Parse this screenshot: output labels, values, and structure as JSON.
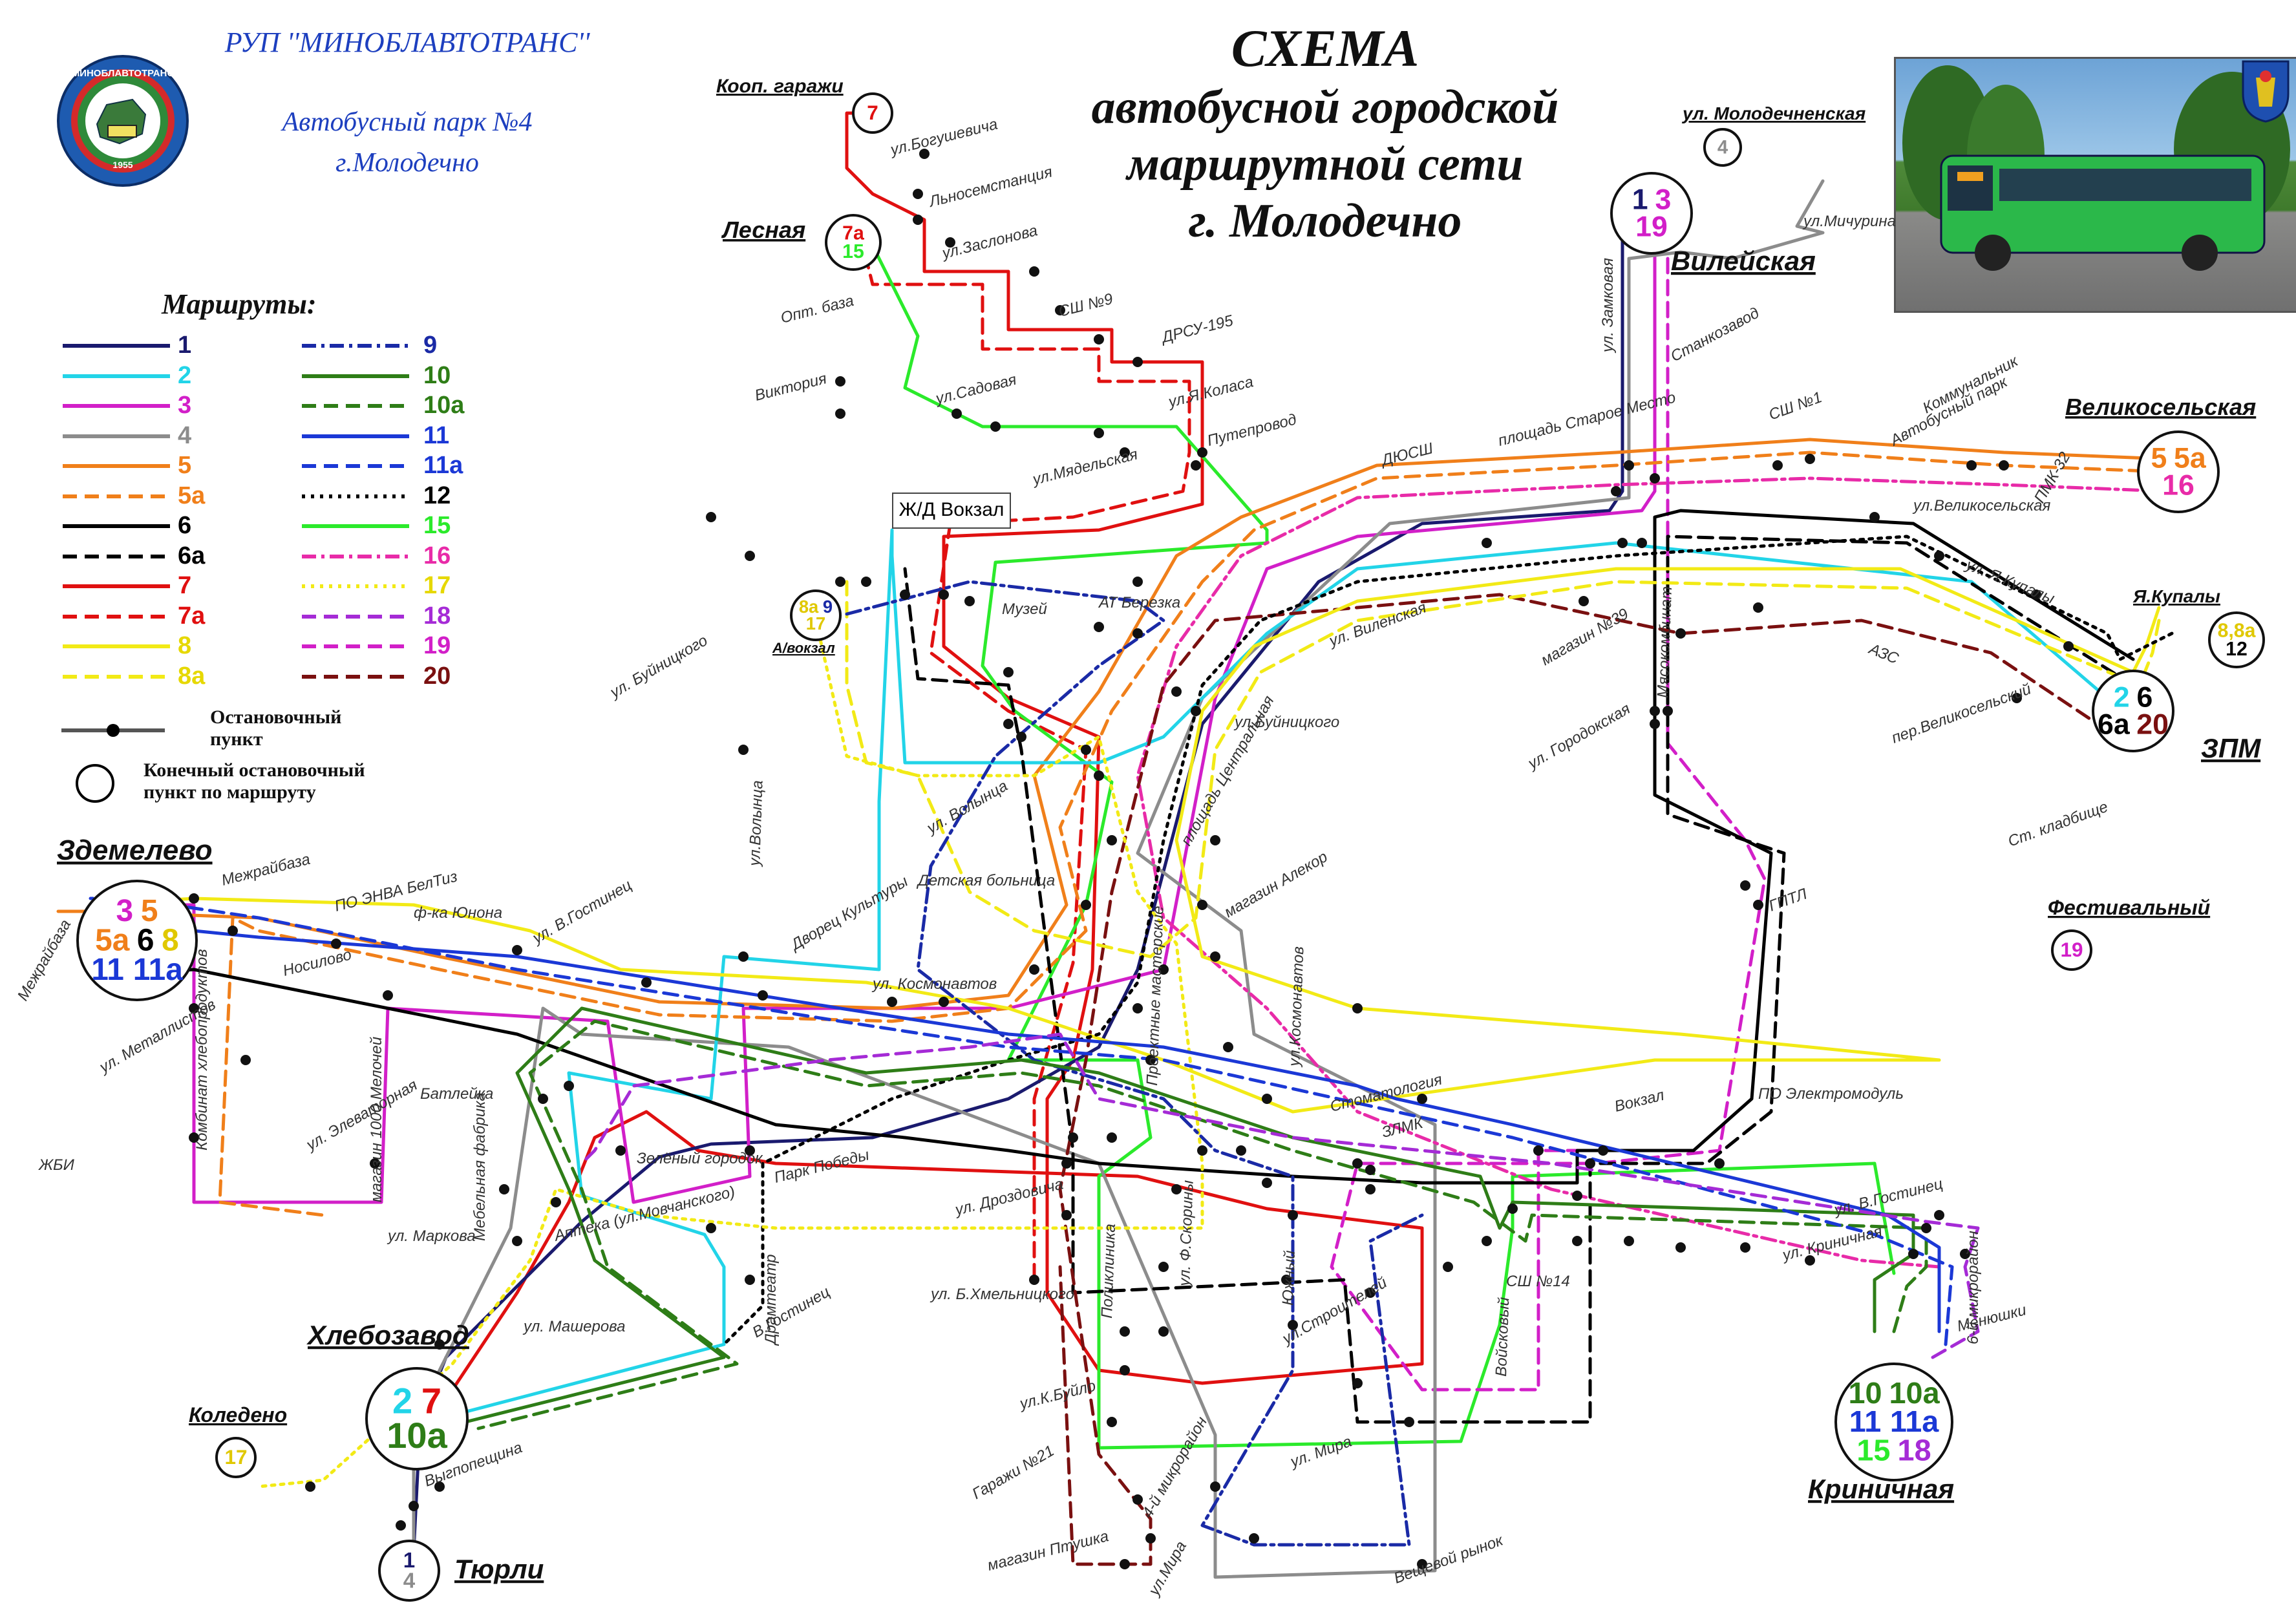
{
  "header": {
    "org_name": "РУП ''МИНОБЛАВТОТРАНС''",
    "park": "Автобусный парк №4",
    "city": "г.Молодечно",
    "logo_ring_text": "МИНОБЛАВТОТРАНС",
    "logo_year": "1955",
    "title_line1": "СХЕМА",
    "title_line2": "автобусной городской",
    "title_line3": "маршрутной сети",
    "title_line4": "г. Молодечно"
  },
  "legend": {
    "title": "Маршруты:",
    "routes": [
      {
        "label": "1",
        "color": "#1a1a6e",
        "style": "solid"
      },
      {
        "label": "2",
        "color": "#22d4e8",
        "style": "solid"
      },
      {
        "label": "3",
        "color": "#d21fc8",
        "style": "solid"
      },
      {
        "label": "4",
        "color": "#8c8c8c",
        "style": "solid"
      },
      {
        "label": "5",
        "color": "#f07f1a",
        "style": "solid"
      },
      {
        "label": "5a",
        "color": "#f07f1a",
        "style": "dash"
      },
      {
        "label": "6",
        "color": "#000000",
        "style": "solid"
      },
      {
        "label": "6a",
        "color": "#000000",
        "style": "dash"
      },
      {
        "label": "7",
        "color": "#e01010",
        "style": "solid"
      },
      {
        "label": "7a",
        "color": "#e01010",
        "style": "dash"
      },
      {
        "label": "8",
        "color": "#f2ea16",
        "style": "solid"
      },
      {
        "label": "8a",
        "color": "#f2ea16",
        "style": "dash"
      },
      {
        "label": "9",
        "color": "#1a2aa6",
        "style": "dashdot"
      },
      {
        "label": "10",
        "color": "#2e7d17",
        "style": "solid"
      },
      {
        "label": "10a",
        "color": "#2e7d17",
        "style": "dash"
      },
      {
        "label": "11",
        "color": "#1b38d6",
        "style": "solid"
      },
      {
        "label": "11a",
        "color": "#1b38d6",
        "style": "dash"
      },
      {
        "label": "12",
        "color": "#000000",
        "style": "dot"
      },
      {
        "label": "15",
        "color": "#2bea2b",
        "style": "solid"
      },
      {
        "label": "16",
        "color": "#e82ba8",
        "style": "dashdot"
      },
      {
        "label": "17",
        "color": "#f2ea16",
        "style": "dot"
      },
      {
        "label": "18",
        "color": "#a52bd6",
        "style": "dash"
      },
      {
        "label": "19",
        "color": "#d21fc8",
        "style": "dash"
      },
      {
        "label": "20",
        "color": "#7a1010",
        "style": "dash"
      }
    ],
    "stop_label": "Остановочный пункт",
    "terminal_label": "Конечный остановочный пункт по маршруту"
  },
  "terminals": [
    {
      "name": "Коoп. гаражи",
      "routes": [
        {
          "r": "7",
          "c": "#e01010"
        }
      ]
    },
    {
      "name": "Лесная",
      "routes": [
        {
          "r": "7а",
          "c": "#e01010"
        },
        {
          "r": "15",
          "c": "#2bea2b"
        }
      ]
    },
    {
      "name": "ул. Молодечненская",
      "routes": [
        {
          "r": "4",
          "c": "#8c8c8c"
        }
      ]
    },
    {
      "name": "Вилейская",
      "routes": [
        {
          "r": "1",
          "c": "#1a1a6e"
        },
        {
          "r": "3",
          "c": "#d21fc8"
        },
        {
          "r": "19",
          "c": "#d21fc8"
        }
      ]
    },
    {
      "name": "Великосельская",
      "routes": [
        {
          "r": "5",
          "c": "#f07f1a"
        },
        {
          "r": "5а",
          "c": "#f07f1a"
        },
        {
          "r": "16",
          "c": "#e82ba8"
        }
      ]
    },
    {
      "name": "Я.Купалы",
      "routes": [
        {
          "r": "8,8а",
          "c": "#e0c800"
        },
        {
          "r": "12",
          "c": "#000000"
        }
      ]
    },
    {
      "name": "ЗПМ",
      "routes": [
        {
          "r": "2",
          "c": "#22d4e8"
        },
        {
          "r": "6",
          "c": "#000000"
        },
        {
          "r": "6а",
          "c": "#000000"
        },
        {
          "r": "20",
          "c": "#7a1010"
        }
      ]
    },
    {
      "name": "Фестивальный",
      "routes": [
        {
          "r": "19",
          "c": "#d21fc8"
        }
      ]
    },
    {
      "name": "Здемелево",
      "routes": [
        {
          "r": "3",
          "c": "#d21fc8"
        },
        {
          "r": "5",
          "c": "#f07f1a"
        },
        {
          "r": "5а",
          "c": "#f07f1a"
        },
        {
          "r": "6",
          "c": "#000000"
        },
        {
          "r": "8",
          "c": "#e0c800"
        },
        {
          "r": "11",
          "c": "#1b38d6"
        },
        {
          "r": "11а",
          "c": "#1b38d6"
        }
      ]
    },
    {
      "name": "Хлебозавод",
      "routes": [
        {
          "r": "2",
          "c": "#22d4e8"
        },
        {
          "r": "7",
          "c": "#e01010"
        },
        {
          "r": "10а",
          "c": "#2e7d17"
        }
      ]
    },
    {
      "name": "Коледено",
      "routes": [
        {
          "r": "17",
          "c": "#e0c800"
        }
      ]
    },
    {
      "name": "Тюрли",
      "routes": [
        {
          "r": "1",
          "c": "#1a1a6e"
        },
        {
          "r": "4",
          "c": "#8c8c8c"
        }
      ]
    },
    {
      "name": "Криничная",
      "routes": [
        {
          "r": "10",
          "c": "#2e7d17"
        },
        {
          "r": "10а",
          "c": "#2e7d17"
        },
        {
          "r": "11",
          "c": "#1b38d6"
        },
        {
          "r": "11а",
          "c": "#1b38d6"
        },
        {
          "r": "15",
          "c": "#2bea2b"
        },
        {
          "r": "18",
          "c": "#a52bd6"
        }
      ]
    },
    {
      "name": "А/вокзал",
      "routes": [
        {
          "r": "8а",
          "c": "#e0c800"
        },
        {
          "r": "9",
          "c": "#1a2aa6"
        },
        {
          "r": "17",
          "c": "#e0c800"
        }
      ]
    }
  ],
  "station_box": "Ж/Д Вокзал",
  "stop_labels": [
    "ул.Богушевича",
    "Льносемстанция",
    "ул.Заслонова",
    "СШ №9",
    "ДРСУ-195",
    "Опт. база",
    "Виктория",
    "ул.Садовая",
    "ул.Я.Коласа",
    "ул.Мядельская",
    "Путепровод",
    "ул.Мичурина",
    "ул. Замковая",
    "Станкозавод",
    "площадь Старое Место",
    "ДЮСШ",
    "СШ №1",
    "Автобусный парк",
    "Коммунальник",
    "ул.Великосельская",
    "ПМК-32",
    "ул. Я.Купалы",
    "АЗС",
    "пер.Великосельский",
    "Ст. кладбище",
    "ул. Виленская",
    "магазин №39",
    "ул. Городокская",
    "Мясокомбинат",
    "ГПТЛ",
    "ПО Электромодуль",
    "Вокзал",
    "Музей",
    "АТ Березка",
    "ул.Буйницкого",
    "ул. Буйницкого",
    "ул.Волынца",
    "ул. Волынца",
    "площадь Центральная",
    "Детская больница",
    "магазин Алекор",
    "Дворец Культуры",
    "ул. Космонавтов",
    "ул.Космонавтов",
    "Стоматология",
    "ЗЛМК",
    "Межрайбаза",
    "ПО ЭНВА БелТиз",
    "ф-ка Юнона",
    "ул. В.Гостинец",
    "Носилово",
    "Межрайбаза",
    "ул. Металлистов",
    "Комбинат хлебопродуктов",
    "ЖБИ",
    "ул. Элеваторная",
    "магазин 1000 Мелочей",
    "Батлейка",
    "Зелёный городок",
    "Парк Победы",
    "ул. Дроздовича",
    "Мебельная фабрика",
    "ул. Маркова",
    "Аптека (ул.Мовчанского)",
    "ул. Машерова",
    "Драмтеатр",
    "В.Гостинец",
    "Проектные мастерские",
    "ул. Б.Хмельницкого",
    "Поликлиника",
    "ул. Ф.Скорины",
    "Южный",
    "ул.Строителей",
    "ул.К.Буйло",
    "Гаражи №21",
    "магазин Птушка",
    "4-й микрорайон",
    "ул.Мира",
    "ул. Мира",
    "Войсковый",
    "Вещевой рынок",
    "СШ №14",
    "ул. В.Гостинец",
    "ул. Криничная",
    "6-й микрорайон",
    "Менюшки",
    "Выгпопещина"
  ]
}
